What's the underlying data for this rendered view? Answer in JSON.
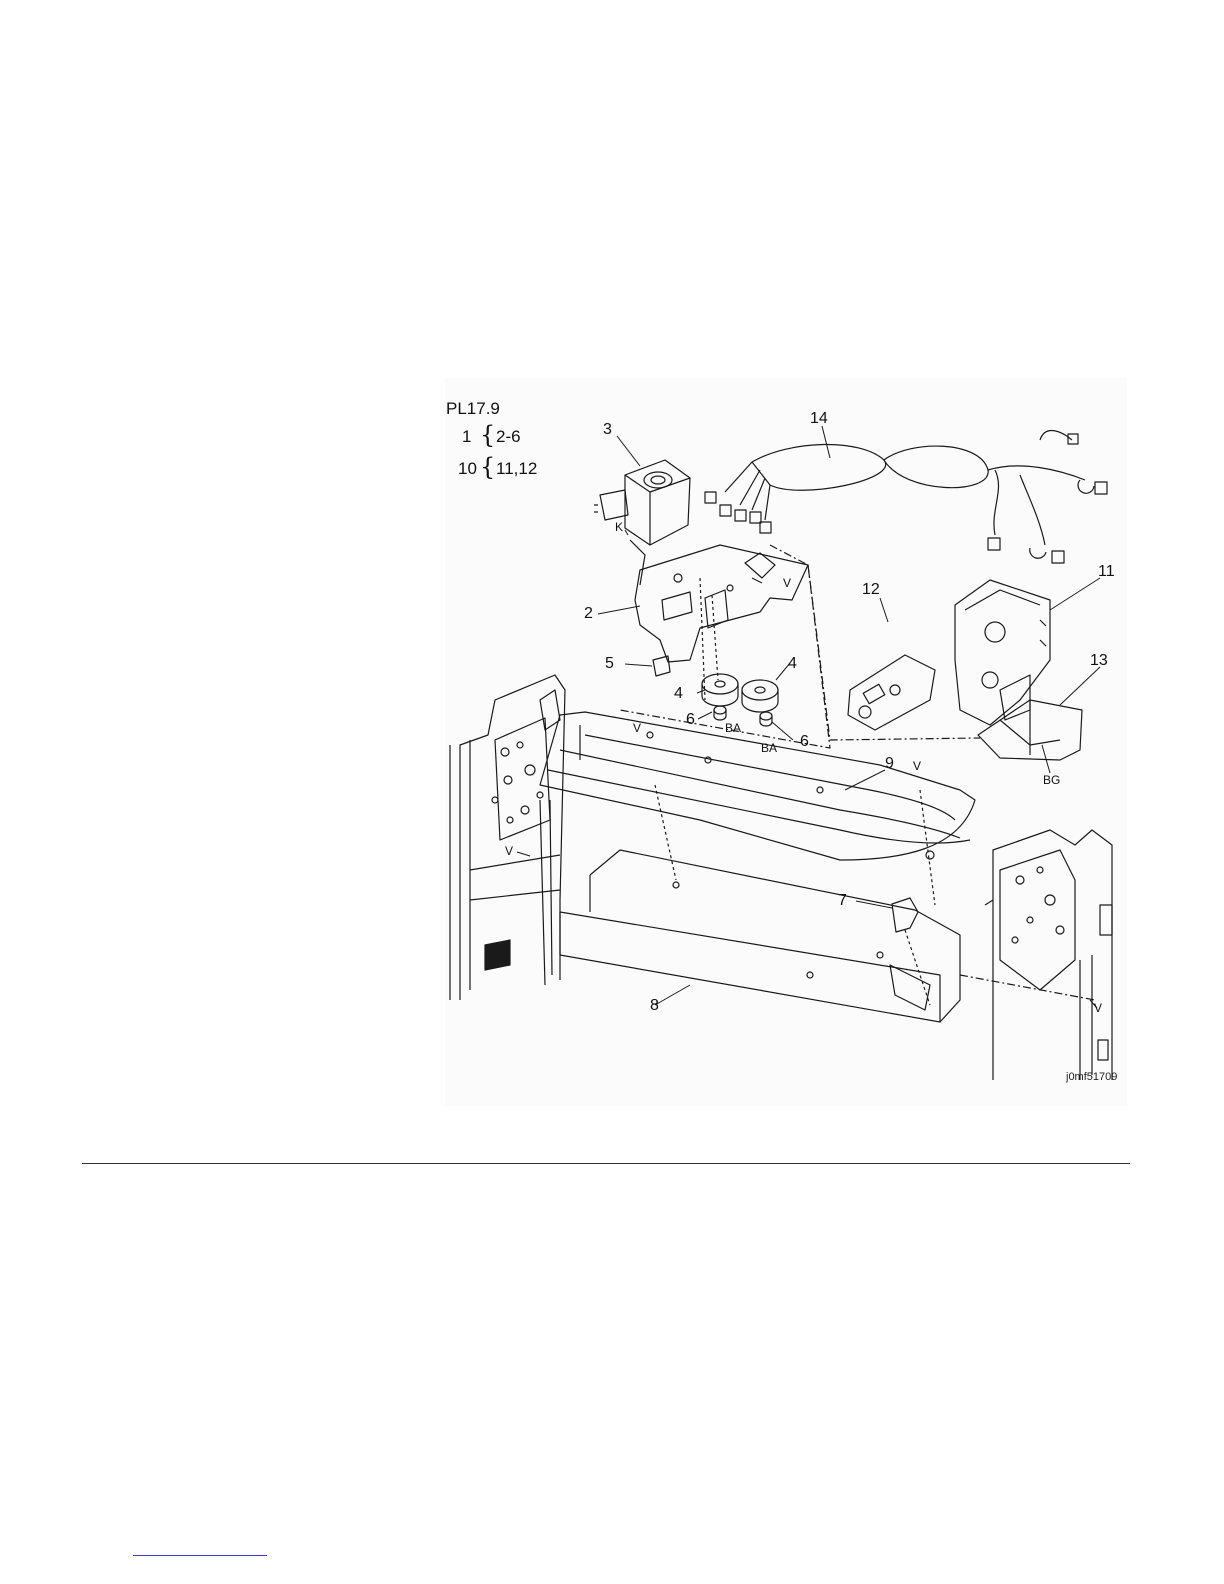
{
  "figure": {
    "plate": "PL17.9",
    "groups": [
      {
        "item": "1",
        "includes": "2-6"
      },
      {
        "item": "10",
        "includes": "11,12"
      }
    ],
    "figure_id": "j0mf51709",
    "callouts": {
      "c14": "14",
      "c3": "3",
      "c2": "2",
      "c12": "12",
      "c11": "11",
      "c5": "5",
      "c4a": "4",
      "c4b": "4",
      "c6a": "6",
      "c6b": "6",
      "c13": "13",
      "c9": "9",
      "c7": "7",
      "c8": "8",
      "k": "K",
      "v_top": "V",
      "v_mid": "V",
      "v_left": "V",
      "v_right": "V",
      "v_bottom": "V",
      "ba_a": "BA",
      "ba_b": "BA",
      "bg": "BG"
    }
  },
  "colors": {
    "line": "#1a1a1a",
    "figure_bg": "#fbfbfb",
    "link": "#3b3bd6"
  }
}
